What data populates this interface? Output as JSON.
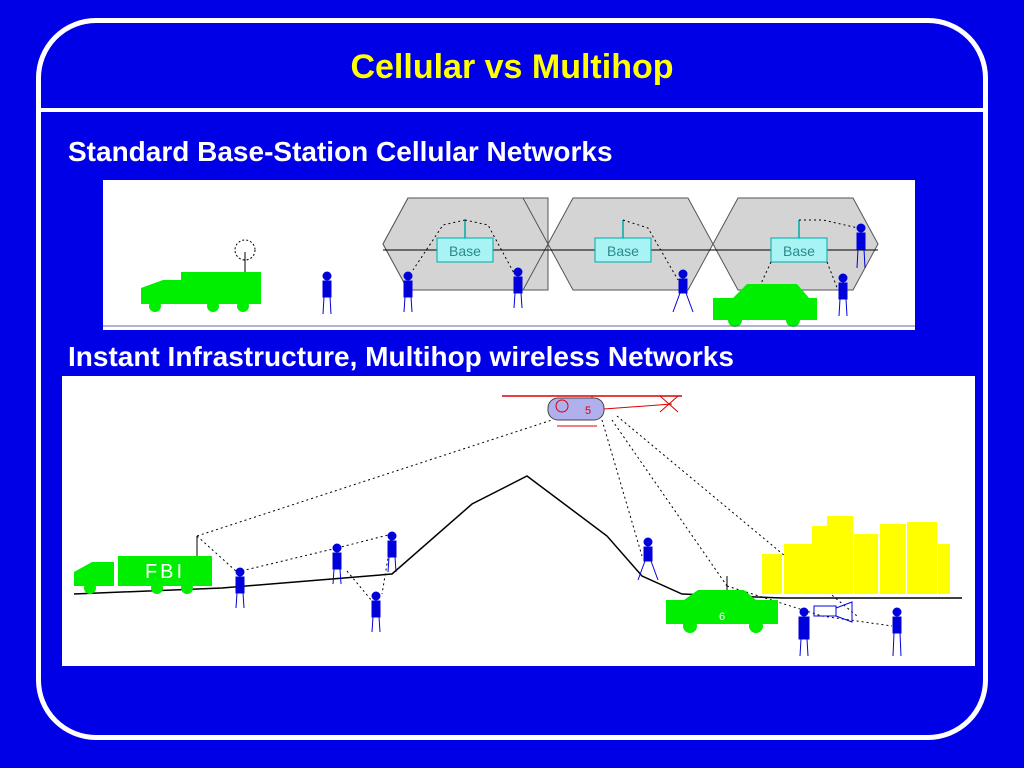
{
  "slide": {
    "title": "Cellular vs Multihop",
    "section1_heading": "Standard Base-Station Cellular Networks",
    "section2_heading": "Instant Infrastructure, Multihop wireless Networks"
  },
  "diagram1": {
    "base_labels": [
      "Base",
      "Base",
      "Base"
    ]
  },
  "diagram2": {
    "truck_label": "FBI",
    "helicopter_label": "5",
    "car_label": "6"
  },
  "colors": {
    "background": "#0000e6",
    "title": "#ffff00",
    "heading": "#ffffff",
    "vehicle": "#00ee00",
    "figure": "#0000dd",
    "cell": "#d4d4d4",
    "base_box": "#a8f4f4",
    "buildings": "#ffff00"
  },
  "icons": [
    "truck-icon",
    "antenna-icon",
    "person-icon",
    "running-person-icon",
    "car-icon",
    "helicopter-icon",
    "building-icon",
    "camera-icon"
  ]
}
